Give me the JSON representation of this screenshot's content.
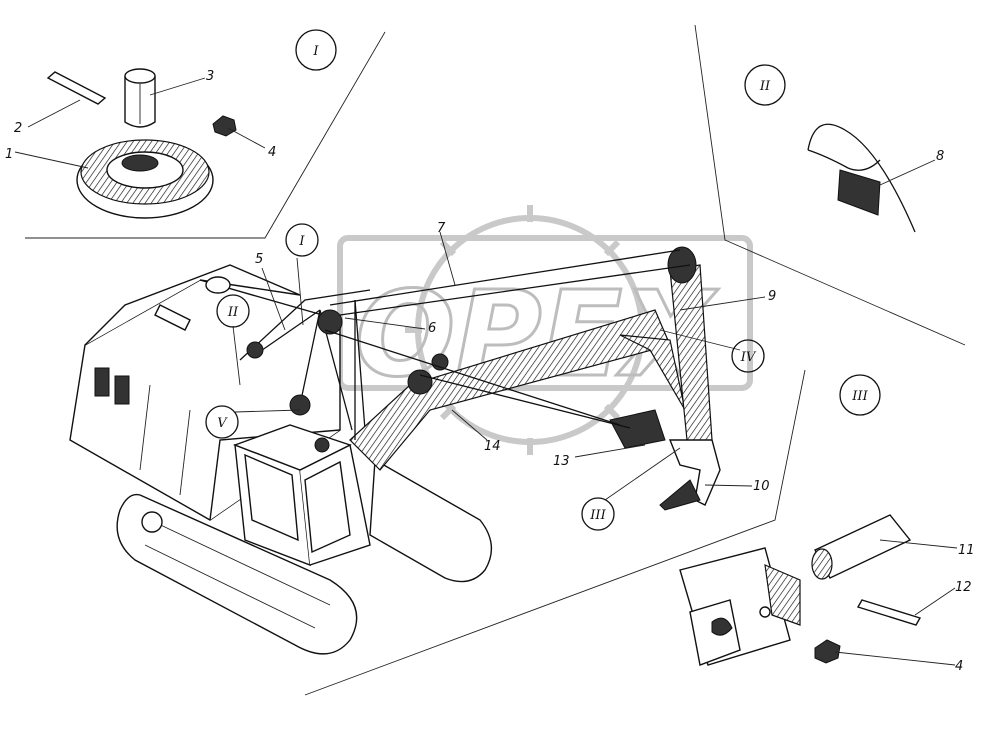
{
  "watermark": {
    "text": "ОРЕХ"
  },
  "callouts": {
    "c1": "1",
    "c2": "2",
    "c3": "3",
    "c4a": "4",
    "c5": "5",
    "c6": "6",
    "c7": "7",
    "c8": "8",
    "c9": "9",
    "c10": "10",
    "c11": "11",
    "c12": "12",
    "c13": "13",
    "c14": "14",
    "c4b": "4"
  },
  "roman_markers": {
    "r1_inset": "I",
    "r2_inset": "II",
    "r3_inset": "III",
    "r1_main": "I",
    "r2_main": "II",
    "r3_main": "III",
    "r4_main": "IV",
    "r5_main": "V"
  },
  "colors": {
    "ink": "#111111",
    "watermark": "#bdbdbd",
    "background": "#ffffff"
  }
}
